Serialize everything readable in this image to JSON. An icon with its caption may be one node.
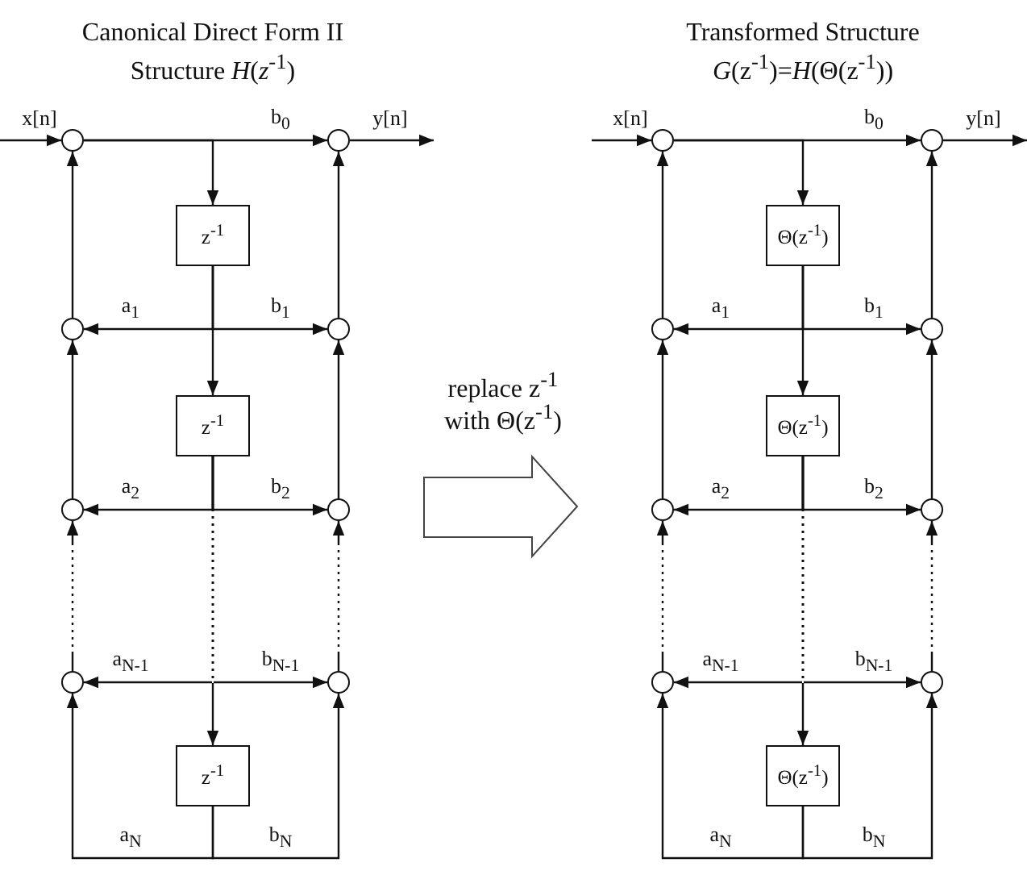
{
  "diagram": {
    "nodes": [
      {
        "text": [],
        "shape": "circle"
      },
      {
        "text": [],
        "shape": "circle"
      },
      {
        "text": [
          "z$^{-1}$"
        ]
      },
      {
        "text": [],
        "shape": "circle"
      },
      {
        "text": [],
        "shape": "circle"
      },
      {
        "text": [
          "z$^{-1}$"
        ]
      },
      {
        "text": [],
        "shape": "circle"
      },
      {
        "text": [],
        "shape": "circle"
      },
      {
        "text": [],
        "shape": "circle"
      },
      {
        "text": [],
        "shape": "circle"
      },
      {
        "text": [
          "z$^{-1}$"
        ]
      },
      {
        "text": [],
        "shape": "circle"
      },
      {
        "text": [],
        "shape": "circle"
      },
      {
        "text": [
          "Θ(z$^{-1}$)"
        ]
      },
      {
        "text": [],
        "shape": "circle"
      },
      {
        "text": [],
        "shape": "circle"
      },
      {
        "text": [
          "Θ(z$^{-1}$)"
        ]
      },
      {
        "text": [],
        "shape": "circle"
      },
      {
        "text": [],
        "shape": "circle"
      },
      {
        "text": [],
        "shape": "circle"
      },
      {
        "text": [],
        "shape": "circle"
      },
      {
        "text": [
          "Θ(z$^{-1}$)"
        ]
      }
    ],
    "edges": [
      {
        "from": null,
        "to": 0,
        "arrow": "to",
        "label": "x[n]"
      },
      {
        "from": 0,
        "to": 1,
        "arrow": "to",
        "label": "b$_{0}$"
      },
      {
        "from": 1,
        "to": null,
        "arrow": "to",
        "label": "y[n]"
      },
      {
        "from": 0,
        "to": 2,
        "arrow": "to"
      },
      {
        "from": 3,
        "to": 0,
        "arrow": "to"
      },
      {
        "from": 4,
        "to": 1,
        "arrow": "to"
      },
      {
        "from": 2,
        "to": 3,
        "arrow": "to",
        "label": "a$_{1}$"
      },
      {
        "from": 2,
        "to": 4,
        "arrow": "to",
        "label": "b$_{1}$"
      },
      {
        "from": 2,
        "to": 5,
        "arrow": "to"
      },
      {
        "from": 6,
        "to": 3,
        "arrow": "to"
      },
      {
        "from": 7,
        "to": 4,
        "arrow": "to"
      },
      {
        "from": 5,
        "to": 6,
        "arrow": "to",
        "label": "a$_{2}$"
      },
      {
        "from": 5,
        "to": 7,
        "arrow": "to",
        "label": "b$_{2}$"
      },
      {
        "from": 8,
        "to": 6,
        "arrow": "to",
        "style": "dashed"
      },
      {
        "from": 9,
        "to": 7,
        "arrow": "to",
        "style": "dashed"
      },
      {
        "from": 5,
        "to": 8,
        "arrow": "to",
        "label": "a$_{N-1}$",
        "style": "dashed"
      },
      {
        "from": 5,
        "to": 9,
        "arrow": "to",
        "label": "b$_{N-1}$",
        "style": "dashed"
      },
      {
        "from": 5,
        "to": 10,
        "arrow": "to",
        "style": "dashed"
      },
      {
        "from": 10,
        "to": 8,
        "arrow": "to",
        "label": "a$_{N}$"
      },
      {
        "from": 10,
        "to": 9,
        "arrow": "to",
        "label": "b$_{N}$"
      },
      {
        "from": null,
        "to": 11,
        "arrow": "to",
        "label": "x[n]"
      },
      {
        "from": 11,
        "to": 12,
        "arrow": "to",
        "label": "b$_{0}$"
      },
      {
        "from": 12,
        "to": null,
        "arrow": "to",
        "label": "y[n]"
      },
      {
        "from": 11,
        "to": 13,
        "arrow": "to"
      },
      {
        "from": 14,
        "to": 11,
        "arrow": "to"
      },
      {
        "from": 15,
        "to": 12,
        "arrow": "to"
      },
      {
        "from": 13,
        "to": 14,
        "arrow": "to",
        "label": "a$_{1}$"
      },
      {
        "from": 13,
        "to": 15,
        "arrow": "to",
        "label": "b$_{1}$"
      },
      {
        "from": 13,
        "to": 16,
        "arrow": "to"
      },
      {
        "from": 17,
        "to": 14,
        "arrow": "to"
      },
      {
        "from": 18,
        "to": 15,
        "arrow": "to"
      },
      {
        "from": 16,
        "to": 17,
        "arrow": "to",
        "label": "a$_{2}$"
      },
      {
        "from": 16,
        "to": 18,
        "arrow": "to",
        "label": "b$_{2}$"
      },
      {
        "from": 19,
        "to": 17,
        "arrow": "to",
        "style": "dashed"
      },
      {
        "from": 20,
        "to": 18,
        "arrow": "to",
        "style": "dashed"
      },
      {
        "from": 16,
        "to": 19,
        "arrow": "to",
        "label": "a$_{N-1}$",
        "style": "dashed"
      },
      {
        "from": 16,
        "to": 20,
        "arrow": "to",
        "label": "b$_{N-1}$",
        "style": "dashed"
      },
      {
        "from": 16,
        "to": 21,
        "arrow": "to",
        "style": "dashed"
      },
      {
        "from": 21,
        "to": 19,
        "arrow": "to",
        "label": "a$_{N}$"
      },
      {
        "from": 21,
        "to": 20,
        "arrow": "to",
        "label": "b$_{N}$"
      }
    ],
    "labels": [
      "Canonical Direct Form II",
      "Structure *H*(*z*$^{-1}$)",
      "Transformed Structure",
      "*G*(z$^{-1}$)=*H*(Θ(z$^{-1}$))",
      "replace z$^{-1}$",
      "with Θ(z$^{-1}$)"
    ]
  }
}
